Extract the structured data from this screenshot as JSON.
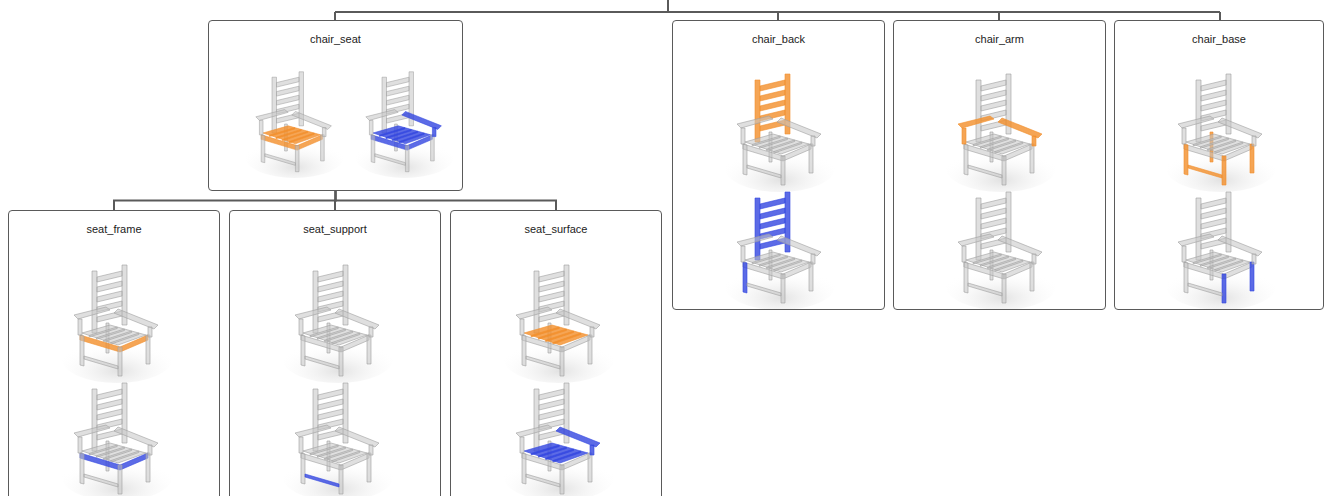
{
  "diagram": {
    "nodes": [
      {
        "text": [
          "chair_seat"
        ]
      },
      {
        "text": [
          "chair_back"
        ]
      },
      {
        "text": [
          "chair_arm"
        ]
      },
      {
        "text": [
          "chair_base"
        ]
      },
      {
        "text": [
          "seat_frame"
        ]
      },
      {
        "text": [
          "seat_support"
        ]
      },
      {
        "text": [
          "seat_surface"
        ]
      }
    ],
    "edges": [
      {
        "from": 0,
        "to": 4,
        "arrow": "none"
      },
      {
        "from": 0,
        "to": 5,
        "arrow": "none"
      },
      {
        "from": 0,
        "to": 6,
        "arrow": "none"
      }
    ]
  }
}
